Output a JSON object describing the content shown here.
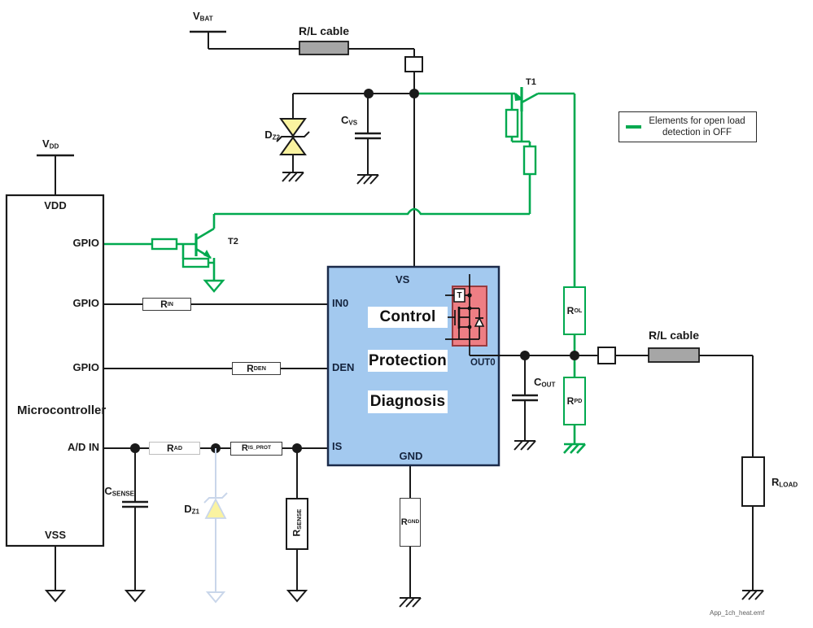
{
  "colors": {
    "green": "#00a94f",
    "wire": "#1a1a1a",
    "ic-fill": "#a3c9ef",
    "ic-border": "#1b2a4a",
    "fet-fill": "#ee7e84",
    "fet-border": "#973b40",
    "zener-yellow": "#faf3a0",
    "faded": "#c9d6ea",
    "cable-gray": "#a6a6a6"
  },
  "supplies": {
    "vbat": {
      "base": "V",
      "sub": "BAT"
    },
    "vdd": {
      "base": "V",
      "sub": "DD"
    }
  },
  "cables": {
    "top": "R/L cable",
    "right": "R/L cable"
  },
  "legend": {
    "text": "Elements for open load detection in OFF"
  },
  "transistors": {
    "t1": "T1",
    "t2": "T2"
  },
  "mcu": {
    "title": "Microcontroller",
    "pin_vdd": "VDD",
    "pin_gpio1": "GPIO",
    "pin_gpio2": "GPIO",
    "pin_gpio3": "GPIO",
    "pin_adin": "A/D IN",
    "pin_vss": "VSS"
  },
  "ic": {
    "pin_vs": "VS",
    "pin_in0": "IN0",
    "pin_den": "DEN",
    "pin_is": "IS",
    "pin_gnd": "GND",
    "pin_out0": "OUT0",
    "blocks": [
      "Control",
      "Protection",
      "Diagnosis"
    ],
    "temp_sensor": "T"
  },
  "resistors": {
    "r_in": {
      "base": "R",
      "sub": "IN"
    },
    "r_den": {
      "base": "R",
      "sub": "DEN"
    },
    "r_ad": {
      "base": "R",
      "sub": "AD"
    },
    "r_is_prot": {
      "base": "R",
      "sub": "IS_PROT"
    },
    "r_sense": {
      "base": "R",
      "sub": "SENSE"
    },
    "r_gnd": {
      "base": "R",
      "sub": "GND"
    },
    "r_ol": {
      "base": "R",
      "sub": "OL"
    },
    "r_pd": {
      "base": "R",
      "sub": "PD"
    },
    "r_load": {
      "base": "R",
      "sub": "LOAD"
    }
  },
  "capacitors": {
    "c_vs": {
      "base": "C",
      "sub": "VS"
    },
    "c_sense": {
      "base": "C",
      "sub": "SENSE"
    },
    "c_out": {
      "base": "C",
      "sub": "OUT"
    }
  },
  "diodes": {
    "d_z1": {
      "base": "D",
      "sub": "Z1"
    },
    "d_z2": {
      "base": "D",
      "sub": "Z2"
    }
  },
  "footer": "App_1ch_heat.emf"
}
